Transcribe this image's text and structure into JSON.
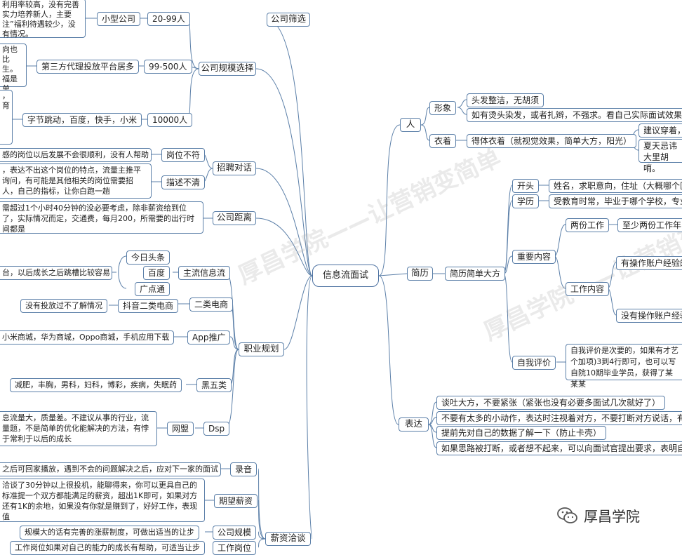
{
  "root": "信息流面试",
  "colors": {
    "line": "#5b7fa8",
    "border": "#5b7fa8"
  },
  "left": {
    "company_filter": "公司筛选",
    "company_size": {
      "label": "公司规模选择",
      "small": {
        "label": "小型公司",
        "count": "20-99人",
        "note": "利用率较高，没有完善实力培养新人，主要注”福利待遇较少，没有情况。"
      },
      "agency": {
        "label": "第三方代理投放平台居多",
        "count": "99-500人",
        "note": "向也比生。福是单"
      },
      "large": {
        "label": "字节跳动，百度，快手，小米",
        "count": "10000人",
        "note": "，育"
      }
    },
    "recruit": {
      "label": "招聘对话",
      "mismatch": {
        "label": "岗位不符",
        "note": "感的岗位以后发展不会很顺利，没有人帮助"
      },
      "unclear": {
        "label": "描述不清",
        "note": "，表达不出这个岗位的特点，流量主推平询问，有可能是其他相关的岗位需要招人，自己的指标，让你白跑一趟"
      }
    },
    "distance": {
      "label": "公司距离",
      "note": "需超过1个小时40分钟的没必要考虑，除非薪资给到位了，实际情况而定，交通费，每月200，所需要的出行时间都是"
    },
    "career": {
      "label": "职业规划",
      "mainstream": {
        "label": "主流信息流",
        "items": [
          "今日头条",
          "百度",
          "广点通"
        ],
        "note": "台，以后成长之后跳槽比较容易"
      },
      "second": {
        "label": "二类电商",
        "item": "抖音二类电商",
        "note": "没有投放过不了解情况"
      },
      "app": {
        "label": "App推广",
        "note": "小米商城，华为商城，Oppo商城，手机应用下载"
      },
      "black5": {
        "label": "黑五类",
        "note": "减肥，丰胸，男科，妇科，博彩，疾病，失眠药"
      },
      "dsp": {
        "label": "Dsp",
        "item": "网盟",
        "note": "息流量大，质量差。不建议从事的行业，流量题，不是简单的优化能解决的方法，有悖于常利于以后的成长"
      }
    },
    "salary": {
      "label": "薪资洽谈",
      "record": {
        "label": "录音",
        "note": "之后可回家播放，遇到不会的问题解决之后，应对下一家的面试"
      },
      "expect": {
        "label": "期望薪资",
        "note": "洽谈了30分钟以上很投机，能聊得来，你可以更具自己的标准提一个双方都能满足的薪资，超出1K即可，如果对方还有1K的余地，如果没有你就是赚到了，好好工作，表现值"
      },
      "scale": {
        "label": "公司规模",
        "note": "规模大的话有完善的涨薪制度，可做出适当的让步"
      },
      "post": {
        "label": "工作岗位",
        "note": "工作岗位如果对自己的能力的成长有帮助，可适当让步"
      }
    }
  },
  "right": {
    "person": {
      "label": "人",
      "image": {
        "label": "形象",
        "items": [
          "头发整洁，无胡须",
          "如有烫头染发，或者扎辫，不强求。看自己实际面试效果"
        ]
      },
      "dress": {
        "label": "衣着",
        "item": "得体衣着（就视觉效果，简单大方，阳光）",
        "subs": [
          "建议穿着，",
          "夏天忌讳大里胡哨。"
        ]
      }
    },
    "resume": {
      "label": "简历",
      "summary": "简历简单大方",
      "head": {
        "label": "开头",
        "note": "姓名，求职意向，住址（大概哪个区"
      },
      "edu": {
        "label": "学历",
        "note": "受教育时常，毕业于哪个学校，专业"
      },
      "key": {
        "label": "重要内容",
        "two": {
          "label": "两份工作",
          "note": "至少两份工作年限"
        },
        "work": {
          "label": "工作内容",
          "with": "有操作账户经验的",
          "without": "没有操作账户经验"
        }
      },
      "self": {
        "label": "自我评价",
        "note": "自我评价是次要的，如果有才艺个加项)3到4行即可，也可以写自院10期毕业学员，获得了某某某"
      }
    },
    "express": {
      "label": "表达",
      "items": [
        "谈吐大方，不要紧张（紧张也没有必要多面试几次就好了）",
        "不要有太多的小动作，表达时注视着对方，不要打断对方说话，有意",
        "提前先对自己的数据了解一下（防止卡壳）",
        "如果思路被打断，或者想不起来，可以向面试官提出要求，表明自己"
      ]
    }
  },
  "watermark": [
    "厚昌学院——让营销变简单",
    "厚昌学院——让营销变简单"
  ],
  "logo": {
    "name": "厚昌学院",
    "icon": "wechat-icon"
  }
}
